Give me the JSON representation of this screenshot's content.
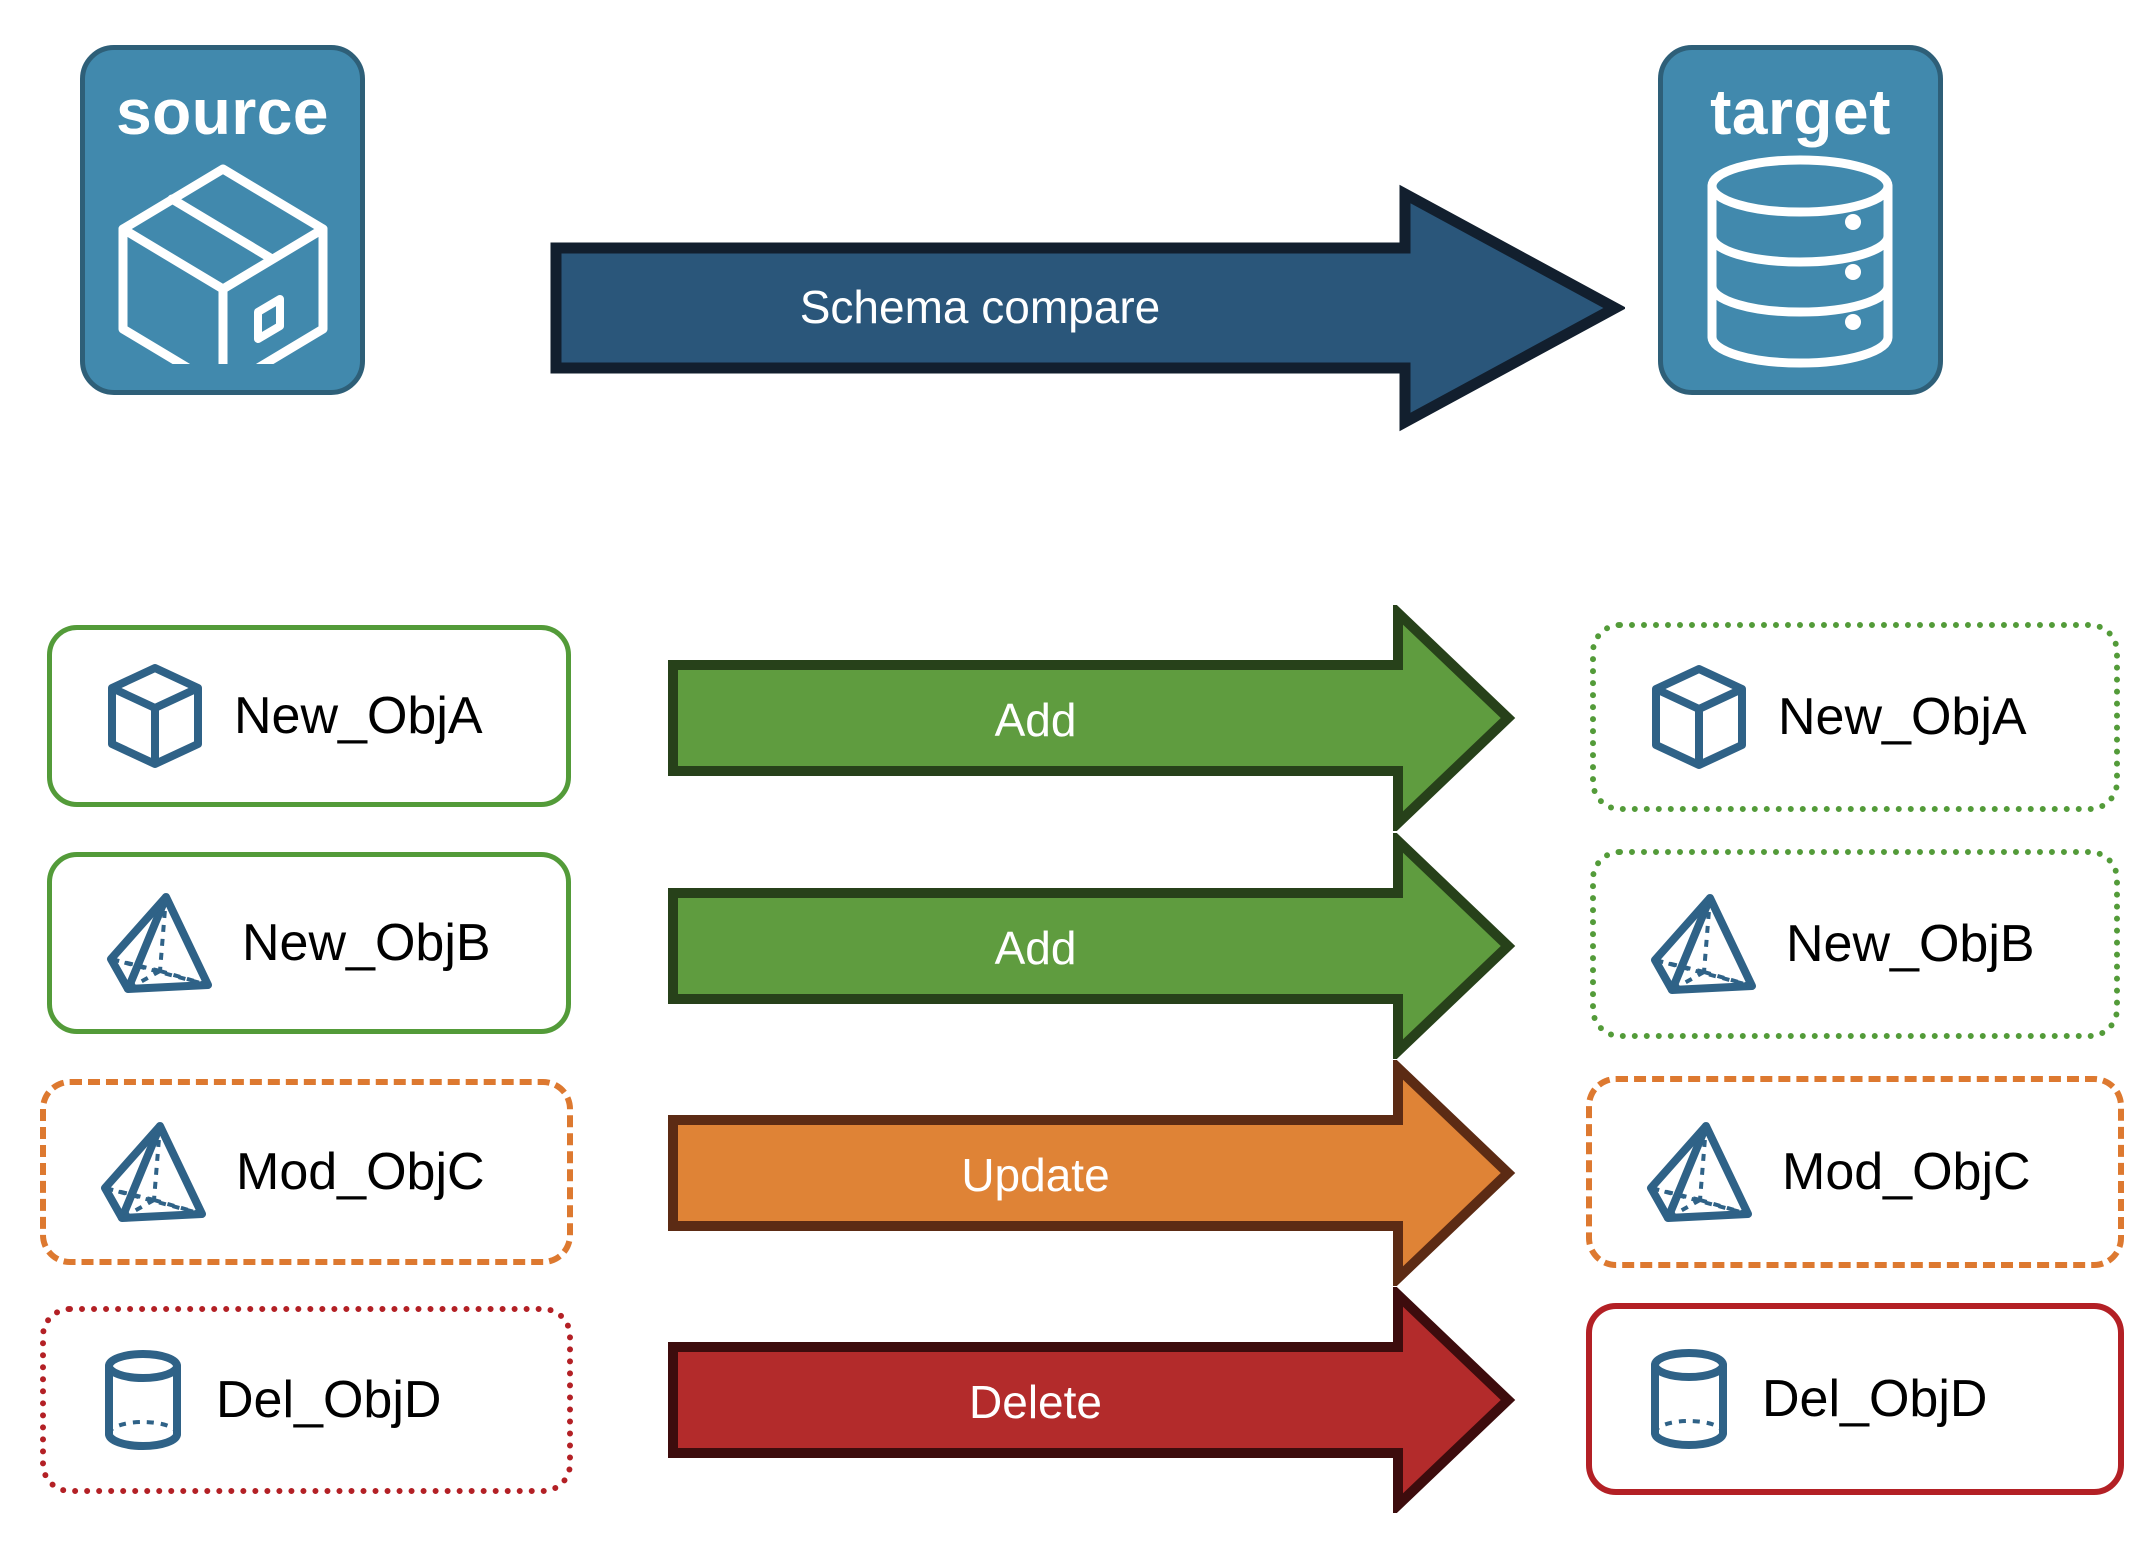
{
  "diagram": {
    "title": "Schema compare source to target",
    "background": "#ffffff"
  },
  "endpoints": {
    "source": {
      "label": "source",
      "icon": "package-box-icon",
      "fill": "#4189ad",
      "stroke": "#2e5f78",
      "text_color": "#ffffff"
    },
    "target": {
      "label": "target",
      "icon": "database-cylinder-icon",
      "fill": "#4189ad",
      "stroke": "#2e5f78",
      "text_color": "#ffffff"
    }
  },
  "main_arrow": {
    "label": "Schema compare",
    "fill": "#2a567a",
    "stroke": "#121f2e",
    "text_color": "#ffffff"
  },
  "colors": {
    "green": "#539b39",
    "green_dark": "#27411a",
    "green_fill": "#5f9c3f",
    "orange": "#dd7930",
    "orange_dark": "#5c2b14",
    "orange_fill": "#df8336",
    "red": "#b32025",
    "red_dark": "#3d0c0d",
    "red_fill": "#b32b2b",
    "blue_icon": "#2f6287",
    "blue_box": "#4189ad",
    "blue_box_stroke": "#2e5f78",
    "navy": "#2a567a",
    "navy_dark": "#121f2e",
    "text": "#000000",
    "white": "#ffffff"
  },
  "rows": [
    {
      "source": {
        "label": "New_ObjA",
        "icon": "wireframe-cube-icon",
        "border_style": "solid",
        "border_color": "#539b39"
      },
      "action": {
        "label": "Add",
        "fill": "#5f9c3f",
        "stroke": "#27411a",
        "text_color": "#ffffff"
      },
      "target": {
        "label": "New_ObjA",
        "icon": "wireframe-cube-icon",
        "border_style": "dotted",
        "border_color": "#539b39"
      }
    },
    {
      "source": {
        "label": "New_ObjB",
        "icon": "wireframe-pyramid-icon",
        "border_style": "solid",
        "border_color": "#539b39"
      },
      "action": {
        "label": "Add",
        "fill": "#5f9c3f",
        "stroke": "#27411a",
        "text_color": "#ffffff"
      },
      "target": {
        "label": "New_ObjB",
        "icon": "wireframe-pyramid-icon",
        "border_style": "dotted",
        "border_color": "#539b39"
      }
    },
    {
      "source": {
        "label": "Mod_ObjC",
        "icon": "wireframe-pyramid-icon",
        "border_style": "dashed",
        "border_color": "#dd7930"
      },
      "action": {
        "label": "Update",
        "fill": "#df8336",
        "stroke": "#5c2b14",
        "text_color": "#ffffff"
      },
      "target": {
        "label": "Mod_ObjC",
        "icon": "wireframe-pyramid-icon",
        "border_style": "dashed",
        "border_color": "#dd7930"
      }
    },
    {
      "source": {
        "label": "Del_ObjD",
        "icon": "wireframe-cylinder-icon",
        "border_style": "dotted",
        "border_color": "#b32025"
      },
      "action": {
        "label": "Delete",
        "fill": "#b32b2b",
        "stroke": "#3d0c0d",
        "text_color": "#ffffff"
      },
      "target": {
        "label": "Del_ObjD",
        "icon": "wireframe-cylinder-icon",
        "border_style": "solid",
        "border_color": "#b32025"
      }
    }
  ]
}
